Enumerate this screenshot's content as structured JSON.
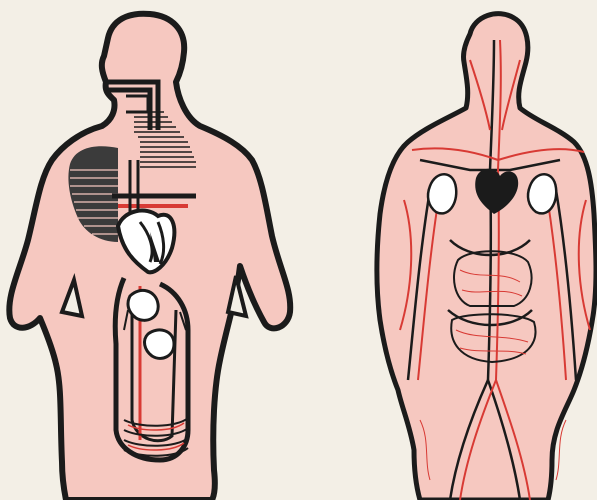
{
  "illustration": {
    "figures": [
      {
        "name": "digestive-circulatory-figure",
        "view": "back"
      },
      {
        "name": "vascular-network-figure",
        "view": "back"
      }
    ],
    "colors": {
      "paper": "#f3efe6",
      "skin": "#f6c8c0",
      "outline": "#1b1b1b",
      "artery": "#d83a34",
      "vein": "#1b1b1b",
      "organ_white": "#ffffff"
    }
  }
}
